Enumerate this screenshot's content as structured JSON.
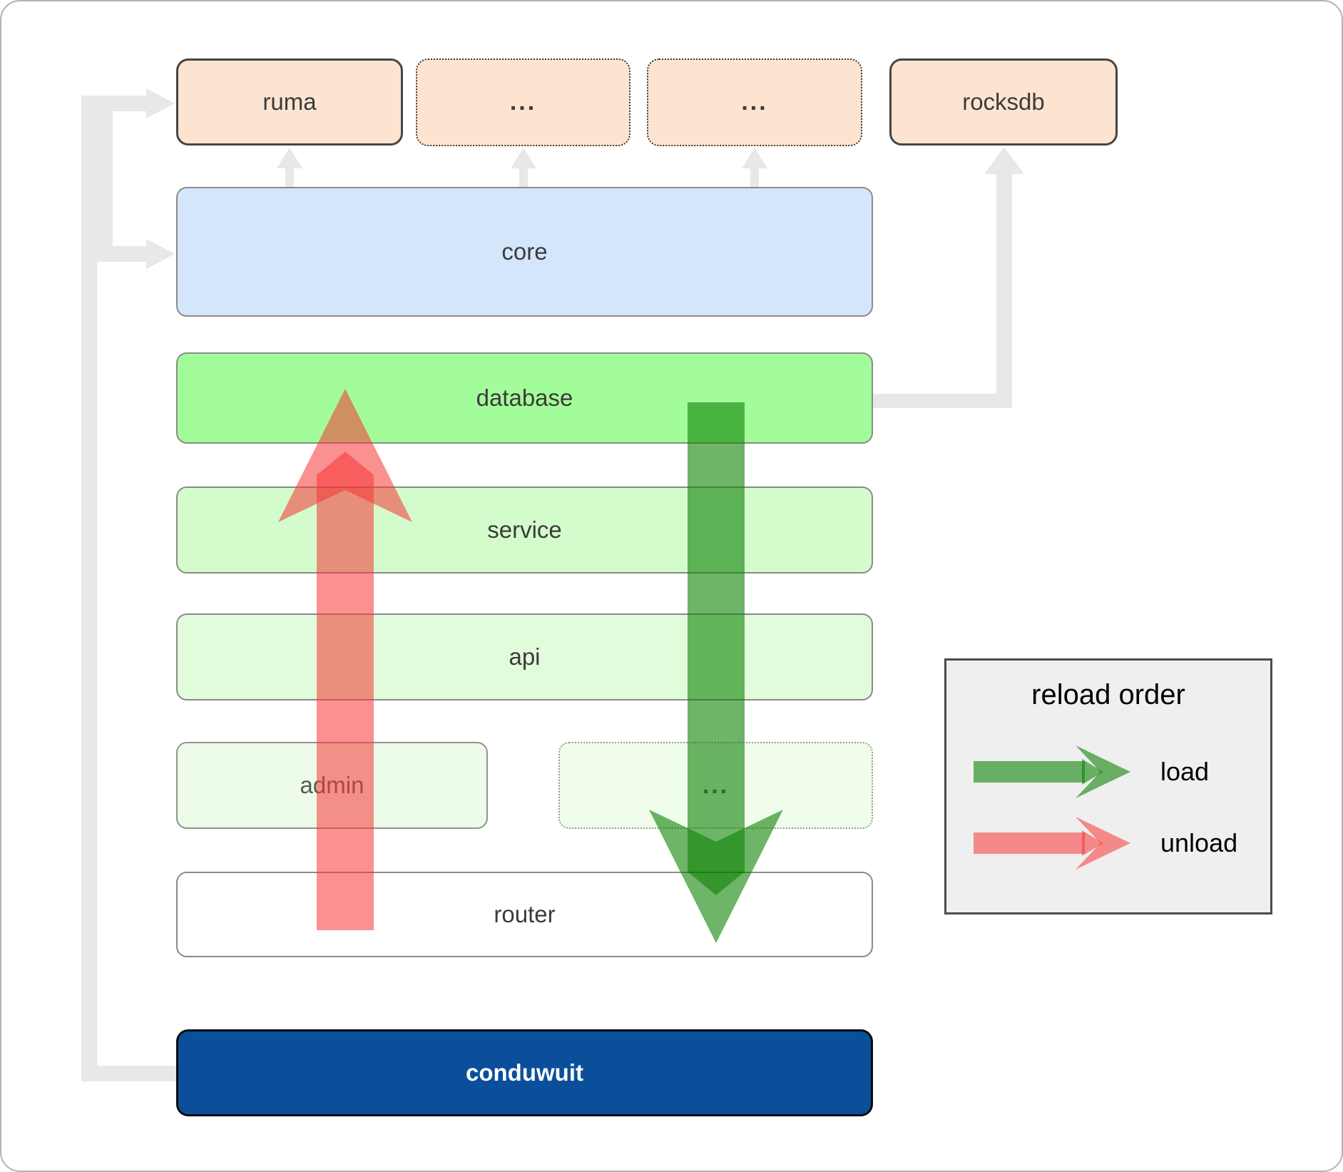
{
  "nodes": {
    "ruma": {
      "label": "ruma"
    },
    "ellipsis_top_1": {
      "label": "..."
    },
    "ellipsis_top_2": {
      "label": "..."
    },
    "rocksdb": {
      "label": "rocksdb"
    },
    "core": {
      "label": "core"
    },
    "database": {
      "label": "database"
    },
    "service": {
      "label": "service"
    },
    "api": {
      "label": "api"
    },
    "admin": {
      "label": "admin"
    },
    "ellipsis_admin_row": {
      "label": "..."
    },
    "router": {
      "label": "router"
    },
    "conduwuit": {
      "label": "conduwuit"
    }
  },
  "legend": {
    "title": "reload order",
    "load_label": "load",
    "unload_label": "unload"
  },
  "colors": {
    "load_arrow": "rgba(13,130,5,0.6)",
    "unload_arrow": "rgba(246,52,52,0.55)",
    "connector": "#e8e8e8",
    "peach_box": "#fce4d1",
    "core_box": "#d4e6fb",
    "database_box": "#a3fc9a",
    "service_box": "#d3fbcc",
    "api_box": "#e1fcda",
    "admin_box": "#edfce8",
    "conduwuit_box": "#0b4f9b"
  }
}
